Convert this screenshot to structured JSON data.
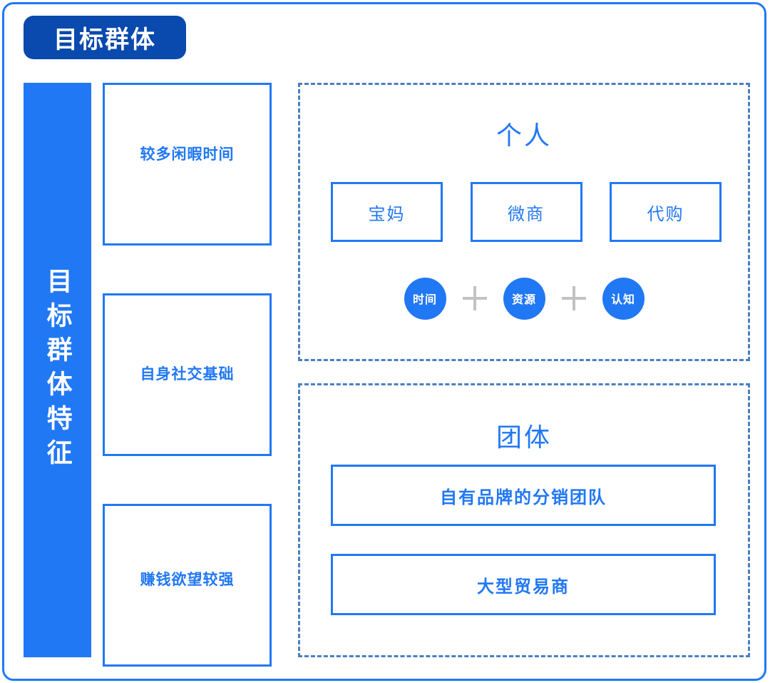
{
  "title": {
    "badge_label": "目标群体"
  },
  "sidebar": {
    "label": "目标群体特征"
  },
  "features": [
    {
      "label": "较多闲暇时间"
    },
    {
      "label": "自身社交基础"
    },
    {
      "label": "赚钱欲望较强"
    }
  ],
  "individual": {
    "heading": "个人",
    "roles": [
      {
        "label": "宝妈"
      },
      {
        "label": "微商"
      },
      {
        "label": "代购"
      }
    ],
    "factors": [
      {
        "label": "时间"
      },
      {
        "label": "资源"
      },
      {
        "label": "认知"
      }
    ],
    "operator": "+"
  },
  "group": {
    "heading": "团体",
    "teams": [
      {
        "label": "自有品牌的分销团队"
      },
      {
        "label": "大型贸易商"
      }
    ]
  },
  "colors": {
    "badge_blue": "#0a49ad",
    "accent_blue": "#2178f5",
    "dashed_blue": "#4b7fc2",
    "plus_gray": "#c2c2c2",
    "background": "#ffffff"
  }
}
